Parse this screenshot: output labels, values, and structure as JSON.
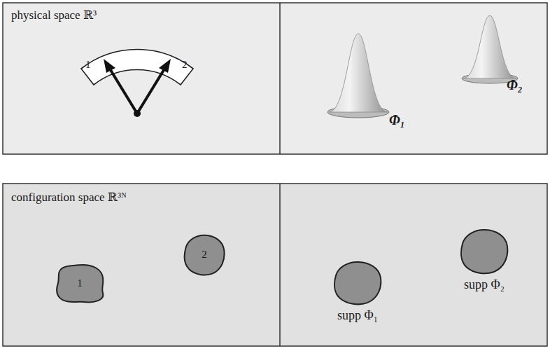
{
  "diagram": {
    "nodes": [
      {
        "text": [
          "1"
        ]
      },
      {
        "text": [
          "2"
        ]
      },
      {
        "text": [
          "supp Φ₁"
        ]
      },
      {
        "text": [
          "supp Φ₂"
        ]
      }
    ],
    "labels": [
      "physical space ℝ³",
      "1",
      "2",
      "Φ₁",
      "Φ₂",
      "configuration space ℝ³ᴺ"
    ]
  }
}
